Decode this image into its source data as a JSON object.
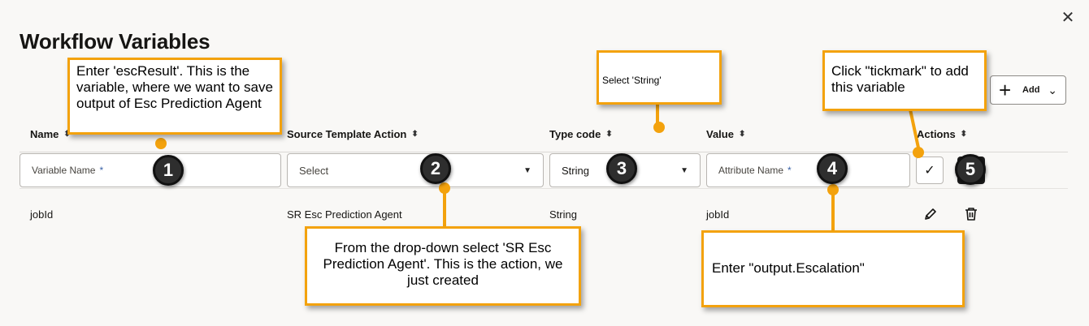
{
  "dialog": {
    "title": "Workflow Variables",
    "close_icon": "✕",
    "add_button": {
      "plus": "+",
      "label": "Add",
      "chevron": "⌄"
    }
  },
  "table": {
    "headers": {
      "name": "Name",
      "source": "Source Template Action",
      "type": "Type code",
      "value": "Value",
      "actions": "Actions"
    },
    "sort_icon": "⬍",
    "new_row": {
      "name_placeholder": "Variable Name",
      "required_marker": "*",
      "source_value": "Select",
      "type_value": "String",
      "value_placeholder": "Attribute Name",
      "tick_icon": "✓",
      "caret": "▼"
    },
    "rows": [
      {
        "name": "jobId",
        "source": "SR Esc Prediction Agent",
        "type": "String",
        "value": "jobId"
      }
    ]
  },
  "callouts": {
    "c1": "Enter 'escResult'. This is the variable, where we want to save output of Esc Prediction Agent",
    "c2": "From the drop-down select 'SR Esc Prediction Agent'. This is the action, we just created",
    "c3": "Select 'String'",
    "c4": "Click \"tickmark\" to add this variable",
    "c5": "Enter \"output.Escalation\""
  },
  "steps": [
    "1",
    "2",
    "3",
    "4",
    "5"
  ],
  "colors": {
    "accent": "#f3a20d",
    "required": "#3a62a7",
    "step_circle": "#2e2e2e"
  }
}
